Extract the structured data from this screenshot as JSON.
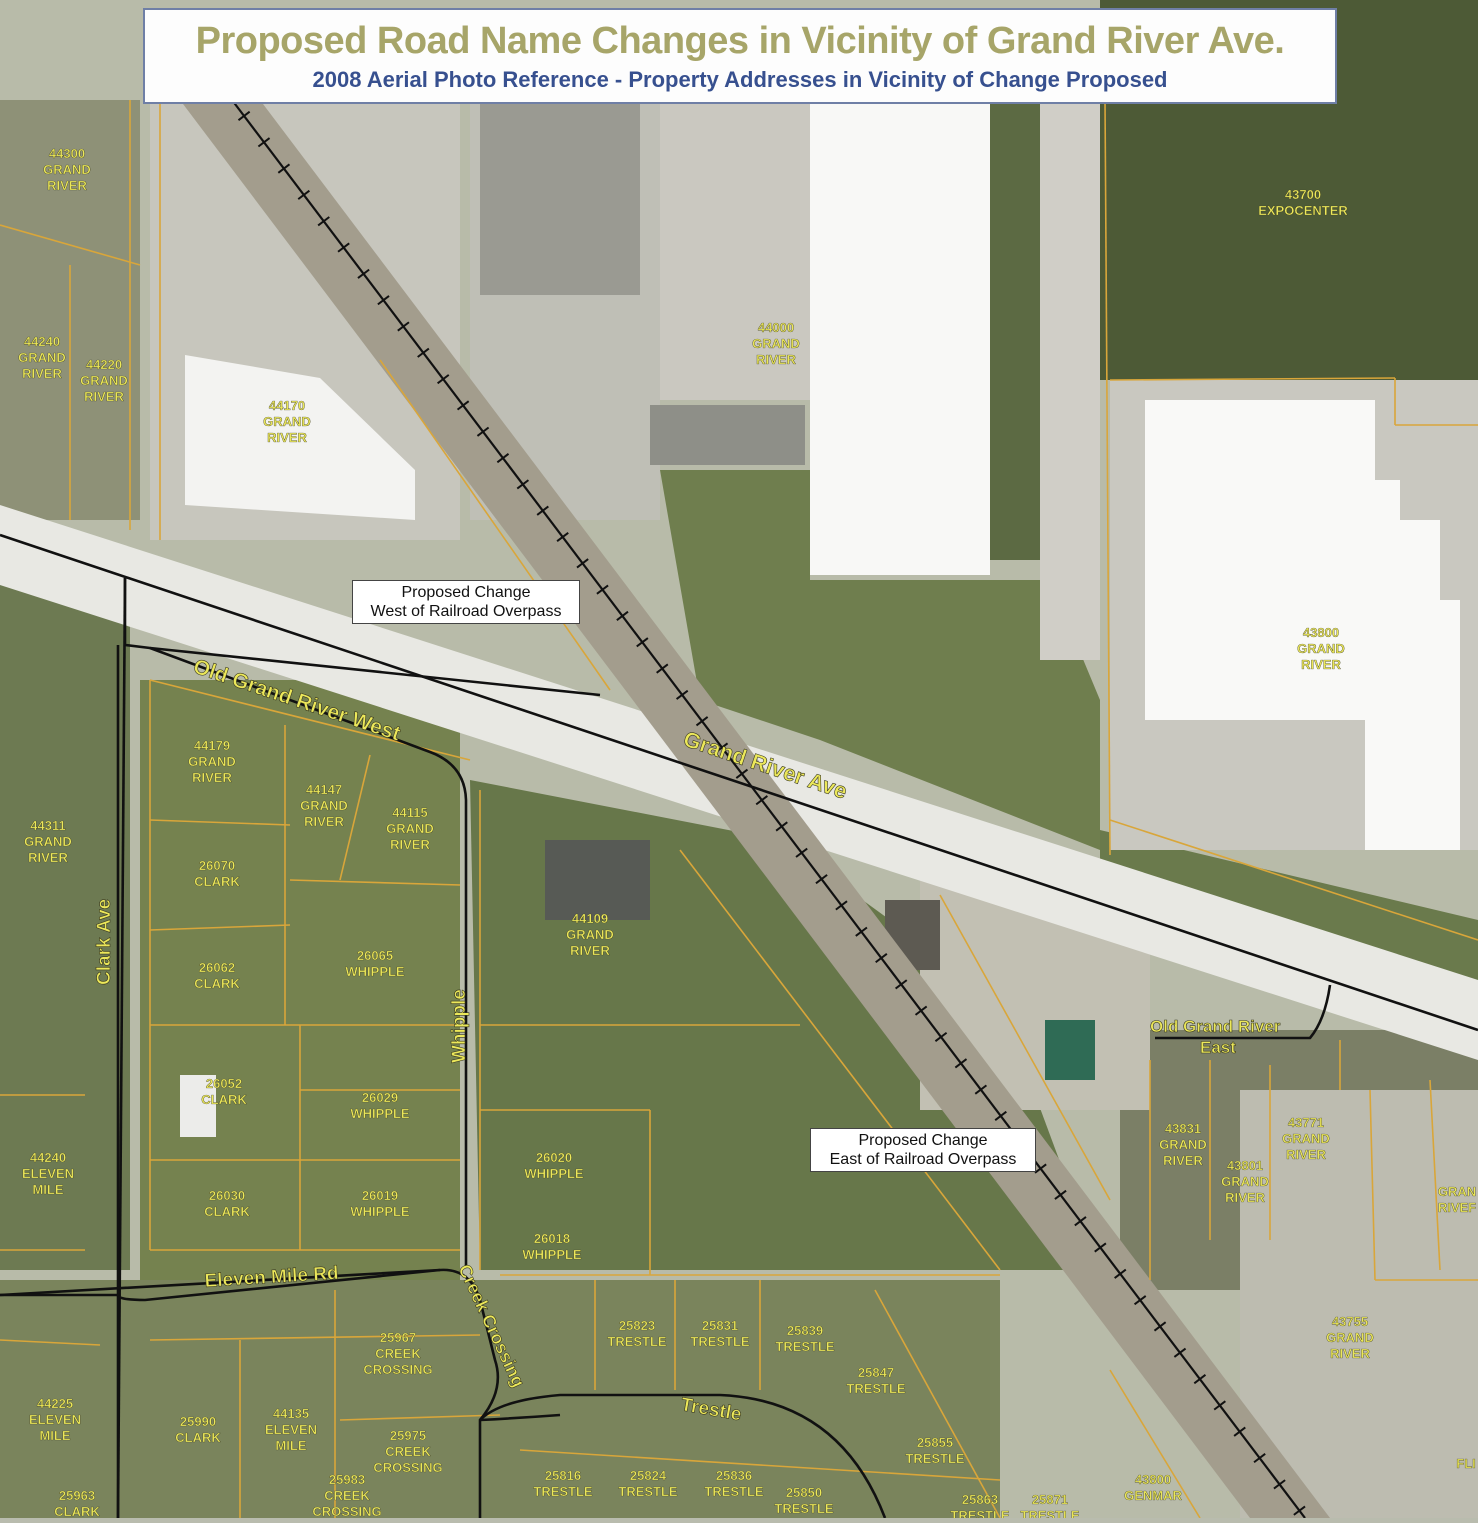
{
  "title": "Proposed Road Name Changes in Vicinity of Grand River Ave.",
  "subtitle": "2008 Aerial Photo Reference - Property Addresses in Vicinity of Change Proposed",
  "colors": {
    "label_yellow": "#ece85a",
    "parcel_line": "#d9a63a",
    "road_line": "#111111",
    "title_text": "#a7a569",
    "subtitle_text": "#37508f"
  },
  "callouts": {
    "west": [
      "Proposed Change",
      "West of Railroad Overpass"
    ],
    "east": [
      "Proposed Change",
      "East of Railroad Overpass"
    ]
  },
  "roads": {
    "grand_river_ave": "Grand River Ave",
    "old_grand_river_west": "Old Grand River West",
    "old_grand_river_east": [
      "Old Grand River",
      "East"
    ],
    "clark_ave": "Clark Ave",
    "whipple": "Whipple",
    "eleven_mile_rd": "Eleven Mile Rd",
    "creek_crossing": "Creek Crossing",
    "trestle": "Trestle"
  },
  "parcels": [
    {
      "id": "p44300",
      "lines": [
        "44300",
        "GRAND",
        "RIVER"
      ]
    },
    {
      "id": "p43700",
      "lines": [
        "43700",
        "EXPOCENTER"
      ]
    },
    {
      "id": "p44240gr",
      "lines": [
        "44240",
        "GRAND",
        "RIVER"
      ]
    },
    {
      "id": "p44220",
      "lines": [
        "44220",
        "GRAND",
        "RIVER"
      ]
    },
    {
      "id": "p44000",
      "lines": [
        "44000",
        "GRAND",
        "RIVER"
      ]
    },
    {
      "id": "p44170",
      "lines": [
        "44170",
        "GRAND",
        "RIVER"
      ]
    },
    {
      "id": "p43800gr",
      "lines": [
        "43800",
        "GRAND",
        "RIVER"
      ]
    },
    {
      "id": "p44179",
      "lines": [
        "44179",
        "GRAND",
        "RIVER"
      ]
    },
    {
      "id": "p44147",
      "lines": [
        "44147",
        "GRAND",
        "RIVER"
      ]
    },
    {
      "id": "p44115",
      "lines": [
        "44115",
        "GRAND",
        "RIVER"
      ]
    },
    {
      "id": "p44311",
      "lines": [
        "44311",
        "GRAND",
        "RIVER"
      ]
    },
    {
      "id": "p26070",
      "lines": [
        "26070",
        "CLARK"
      ]
    },
    {
      "id": "p44109",
      "lines": [
        "44109",
        "GRAND",
        "RIVER"
      ]
    },
    {
      "id": "p26065",
      "lines": [
        "26065",
        "WHIPPLE"
      ]
    },
    {
      "id": "p26062",
      "lines": [
        "26062",
        "CLARK"
      ]
    },
    {
      "id": "p26052",
      "lines": [
        "26052",
        "CLARK"
      ]
    },
    {
      "id": "p26029",
      "lines": [
        "26029",
        "WHIPPLE"
      ]
    },
    {
      "id": "p44240em",
      "lines": [
        "44240",
        "ELEVEN",
        "MILE"
      ]
    },
    {
      "id": "p26020",
      "lines": [
        "26020",
        "WHIPPLE"
      ]
    },
    {
      "id": "p26030",
      "lines": [
        "26030",
        "CLARK"
      ]
    },
    {
      "id": "p26019",
      "lines": [
        "26019",
        "WHIPPLE"
      ]
    },
    {
      "id": "p26018",
      "lines": [
        "26018",
        "WHIPPLE"
      ]
    },
    {
      "id": "p43831",
      "lines": [
        "43831",
        "GRAND",
        "RIVER"
      ]
    },
    {
      "id": "p43801",
      "lines": [
        "43801",
        "GRAND",
        "RIVER"
      ]
    },
    {
      "id": "p43771",
      "lines": [
        "43771",
        "GRAND",
        "RIVER"
      ]
    },
    {
      "id": "pGranEdge",
      "lines": [
        "GRAN",
        "RIVEF"
      ]
    },
    {
      "id": "p43755",
      "lines": [
        "43755",
        "GRAND",
        "RIVER"
      ]
    },
    {
      "id": "p25967",
      "lines": [
        "25967",
        "CREEK",
        "CROSSING"
      ]
    },
    {
      "id": "p25823",
      "lines": [
        "25823",
        "TRESTLE"
      ]
    },
    {
      "id": "p25831",
      "lines": [
        "25831",
        "TRESTLE"
      ]
    },
    {
      "id": "p25839",
      "lines": [
        "25839",
        "TRESTLE"
      ]
    },
    {
      "id": "p25847",
      "lines": [
        "25847",
        "TRESTLE"
      ]
    },
    {
      "id": "p44225",
      "lines": [
        "44225",
        "ELEVEN",
        "MILE"
      ]
    },
    {
      "id": "p25990",
      "lines": [
        "25990",
        "CLARK"
      ]
    },
    {
      "id": "p44135",
      "lines": [
        "44135",
        "ELEVEN",
        "MILE"
      ]
    },
    {
      "id": "p25975",
      "lines": [
        "25975",
        "CREEK",
        "CROSSING"
      ]
    },
    {
      "id": "p25855",
      "lines": [
        "25855",
        "TRESTLE"
      ]
    },
    {
      "id": "p25983",
      "lines": [
        "25983",
        "CREEK",
        "CROSSING"
      ]
    },
    {
      "id": "p25816",
      "lines": [
        "25816",
        "TRESTLE"
      ]
    },
    {
      "id": "p25824",
      "lines": [
        "25824",
        "TRESTLE"
      ]
    },
    {
      "id": "p25836",
      "lines": [
        "25836",
        "TRESTLE"
      ]
    },
    {
      "id": "p25850",
      "lines": [
        "25850",
        "TRESTLE"
      ]
    },
    {
      "id": "p25863",
      "lines": [
        "25863",
        "TRESTLE"
      ]
    },
    {
      "id": "p25871",
      "lines": [
        "25871",
        "TRESTLE"
      ]
    },
    {
      "id": "p43800gm",
      "lines": [
        "43800",
        "GENMAR"
      ]
    },
    {
      "id": "p25963",
      "lines": [
        "25963",
        "CLARK"
      ]
    },
    {
      "id": "pFliEdge",
      "lines": [
        "FLI"
      ]
    }
  ]
}
